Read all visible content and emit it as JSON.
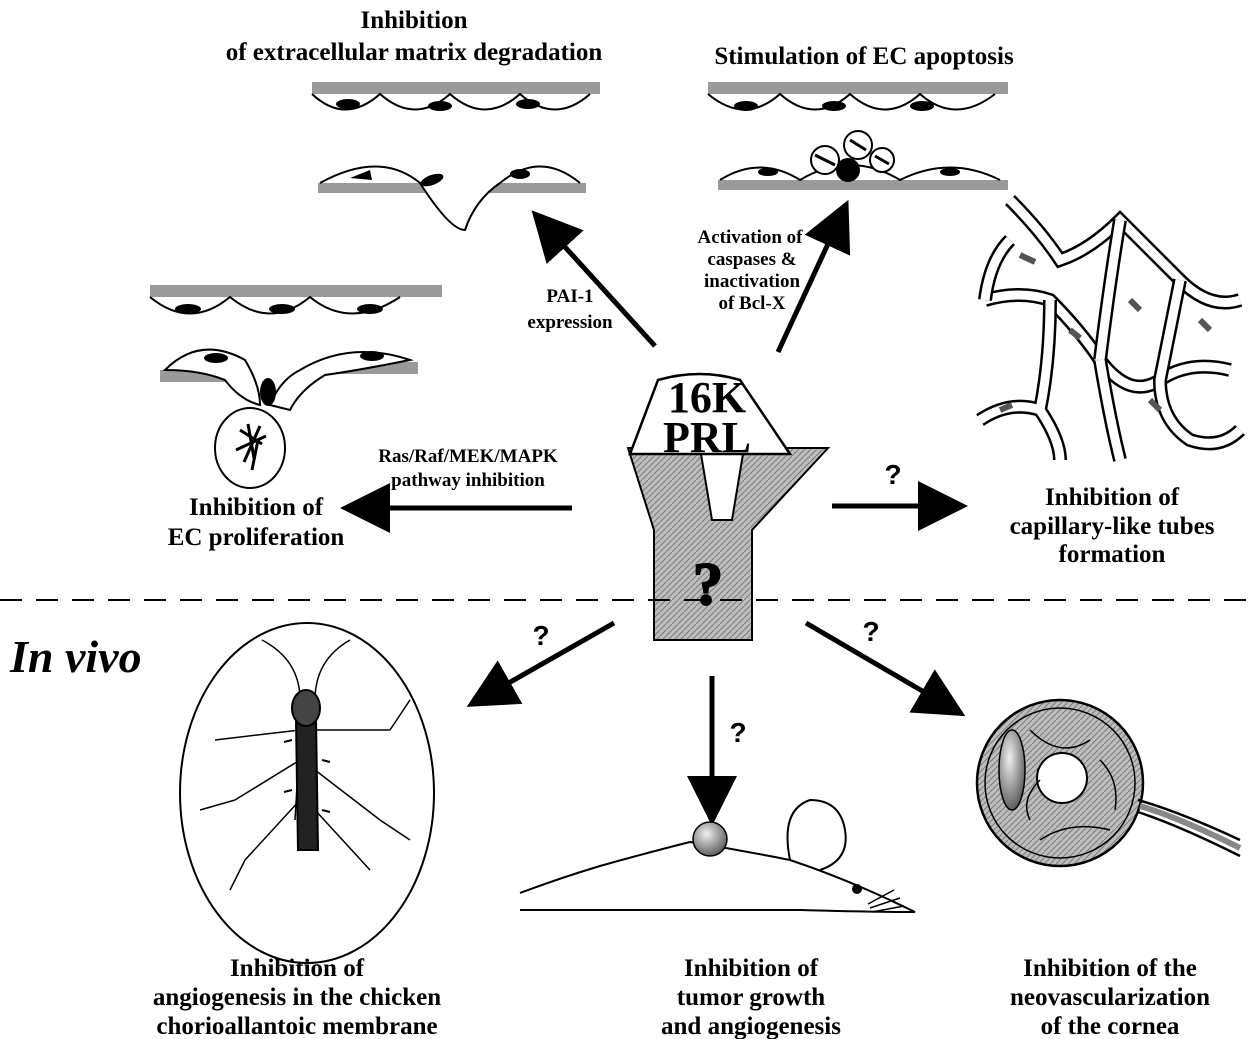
{
  "center": {
    "line1": "16K",
    "line2": "PRL",
    "receptor_mark": "?"
  },
  "section_label": "In vivo",
  "in_vitro": {
    "top_left_title": [
      "Inhibition",
      "of extracellular matrix degradation"
    ],
    "top_right_title": "Stimulation of EC apoptosis",
    "left_title": [
      "Inhibition of",
      "EC proliferation"
    ],
    "right_title": [
      "Inhibition of",
      "capillary-like tubes",
      "formation"
    ],
    "arrow_labels": {
      "pai1": [
        "PAI-1",
        "expression"
      ],
      "caspases": [
        "Activation of",
        "caspases &",
        "inactivation",
        "of Bcl-X"
      ],
      "ras": [
        "Ras/Raf/MEK/MAPK",
        "pathway inhibition"
      ],
      "right_q": "?"
    }
  },
  "in_vivo": {
    "left_title": [
      "Inhibition of",
      "angiogenesis in the chicken",
      "chorioallantoic membrane"
    ],
    "center_title": [
      "Inhibition of",
      "tumor growth",
      "and angiogenesis"
    ],
    "right_title": [
      "Inhibition of the",
      "neovascularization",
      "of the cornea"
    ],
    "arrow_labels": {
      "left_q": "?",
      "center_q": "?",
      "right_q": "?"
    }
  }
}
